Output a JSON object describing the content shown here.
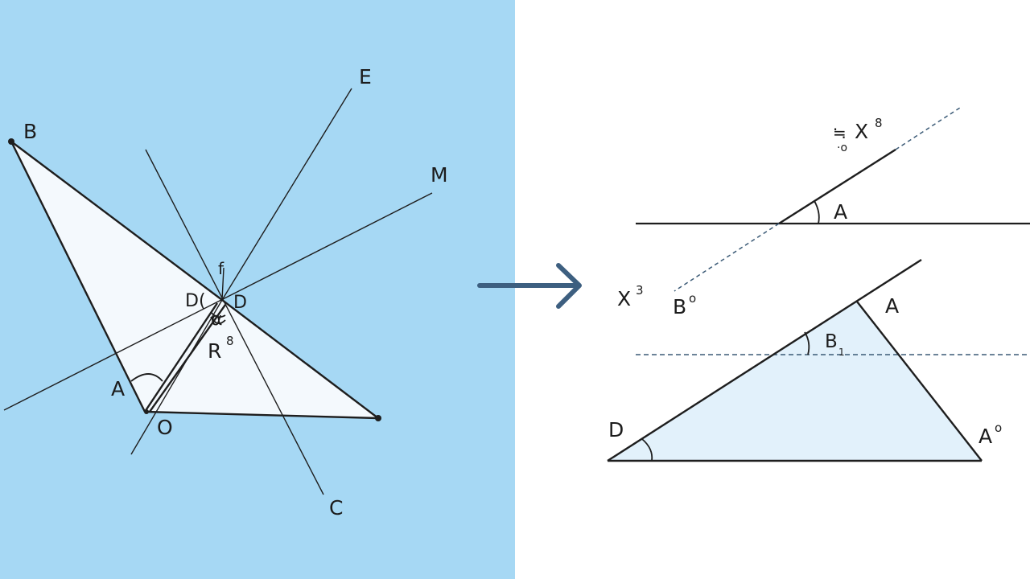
{
  "colors": {
    "left_panel_bg": "#a6d8f4",
    "right_panel_bg": "#ffffff",
    "stroke": "#1e1e1e",
    "triangle_fill_left": "#f4f9fd",
    "triangle_fill_right": "#e2f1fb",
    "arrow": "#3d5f80",
    "dashed": "#3b5a76"
  },
  "left_figure": {
    "labels": {
      "b": "B",
      "e": "E",
      "m": "M",
      "f": "f",
      "d_left": "D(",
      "d_right": "D",
      "alpha": "α",
      "r": "R",
      "r_sup": "8",
      "a": "A",
      "o": "O",
      "c": "C"
    }
  },
  "arrow_icon": "right-arrow-icon",
  "right_figure": {
    "labels": {
      "x_top": "X",
      "x_top_sup": "8",
      "x_top_prefix": "≒",
      "x_top_sub": "·o",
      "a_top": "A",
      "x_left": "X",
      "x_left_sup": "3",
      "b_left": "B",
      "b_left_sup": "o",
      "a_right": "A",
      "b_mid": "B",
      "b_mid_sub": "1",
      "d": "D",
      "a_bottom": "A",
      "a_bottom_sup": "o"
    }
  }
}
